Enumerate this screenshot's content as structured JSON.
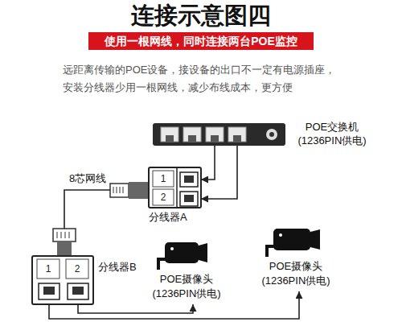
{
  "diagram": {
    "title": "连接示意图四",
    "nodes": [
      {
        "text": [
          "使用一根网线，同时连接两台POE监控"
        ]
      },
      {
        "text": [
          "POE交换机 (1236PIN供电)"
        ]
      },
      {
        "text": [
          "分线器A"
        ]
      },
      {
        "text": [
          "分线器B"
        ]
      },
      {
        "text": [
          "POE摄像头 (1236PIN供电)"
        ]
      },
      {
        "text": [
          "POE摄像头 (1236PIN供电)"
        ]
      }
    ],
    "edges": [
      {
        "from": 1,
        "to": 2,
        "arrow": "to"
      },
      {
        "from": 1,
        "to": 2,
        "arrow": "to"
      },
      {
        "from": 2,
        "to": 3,
        "label": "8芯网线",
        "arrow": "none"
      },
      {
        "from": 3,
        "to": 4,
        "arrow": "to"
      },
      {
        "from": 3,
        "to": 5,
        "arrow": "to"
      }
    ],
    "labels": [
      "远距离传输的POE设备，接设备的出口不一定有电源插座，安装分线器少用一根网线，减少布线成本，更方便",
      "1",
      "2",
      "1",
      "2"
    ]
  }
}
